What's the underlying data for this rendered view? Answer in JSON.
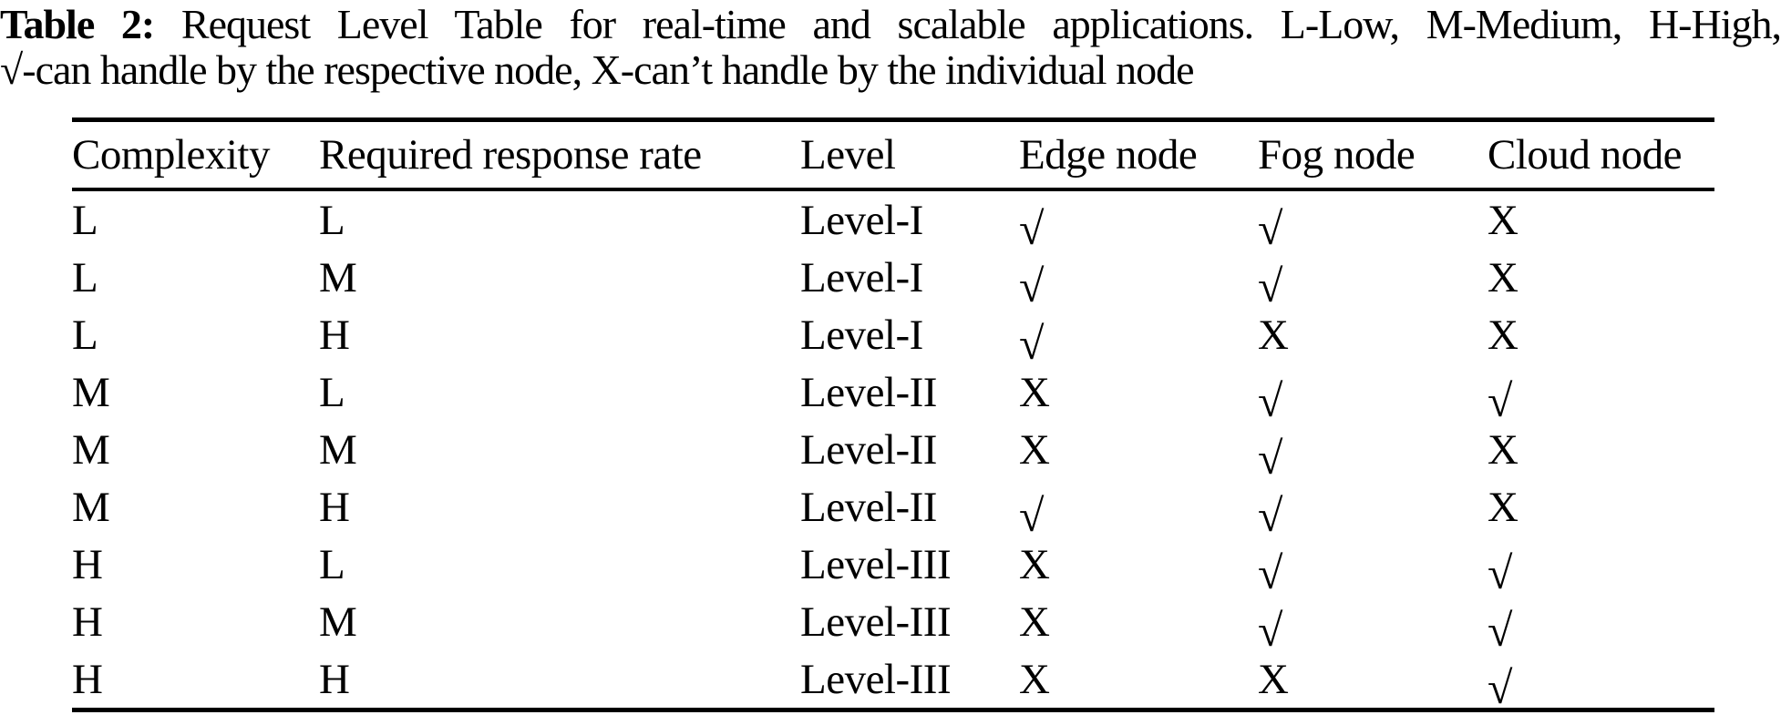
{
  "caption": {
    "label": "Table 2:",
    "text": "Request Level Table for real-time and scalable applications. L-Low, M-Medium, H-High,",
    "line2": "√-can handle by the respective node, X-can’t handle by the individual node"
  },
  "table": {
    "columns": [
      "Complexity",
      "Required response rate",
      "Level",
      "Edge node",
      "Fog node",
      "Cloud node"
    ],
    "symbols": {
      "can_handle": "√",
      "cannot_handle": "X"
    },
    "rows": [
      [
        "L",
        "L",
        "Level-I",
        "√",
        "√",
        "X"
      ],
      [
        "L",
        "M",
        "Level-I",
        "√",
        "√",
        "X"
      ],
      [
        "L",
        "H",
        "Level-I",
        "√",
        "X",
        "X"
      ],
      [
        "M",
        "L",
        "Level-II",
        "X",
        "√",
        "√"
      ],
      [
        "M",
        "M",
        "Level-II",
        "X",
        "√",
        "X"
      ],
      [
        "M",
        "H",
        "Level-II",
        "√",
        "√",
        "X"
      ],
      [
        "H",
        "L",
        "Level-III",
        "X",
        "√",
        "√"
      ],
      [
        "H",
        "M",
        "Level-III",
        "X",
        "√",
        "√"
      ],
      [
        "H",
        "H",
        "Level-III",
        "X",
        "X",
        "√"
      ]
    ]
  }
}
